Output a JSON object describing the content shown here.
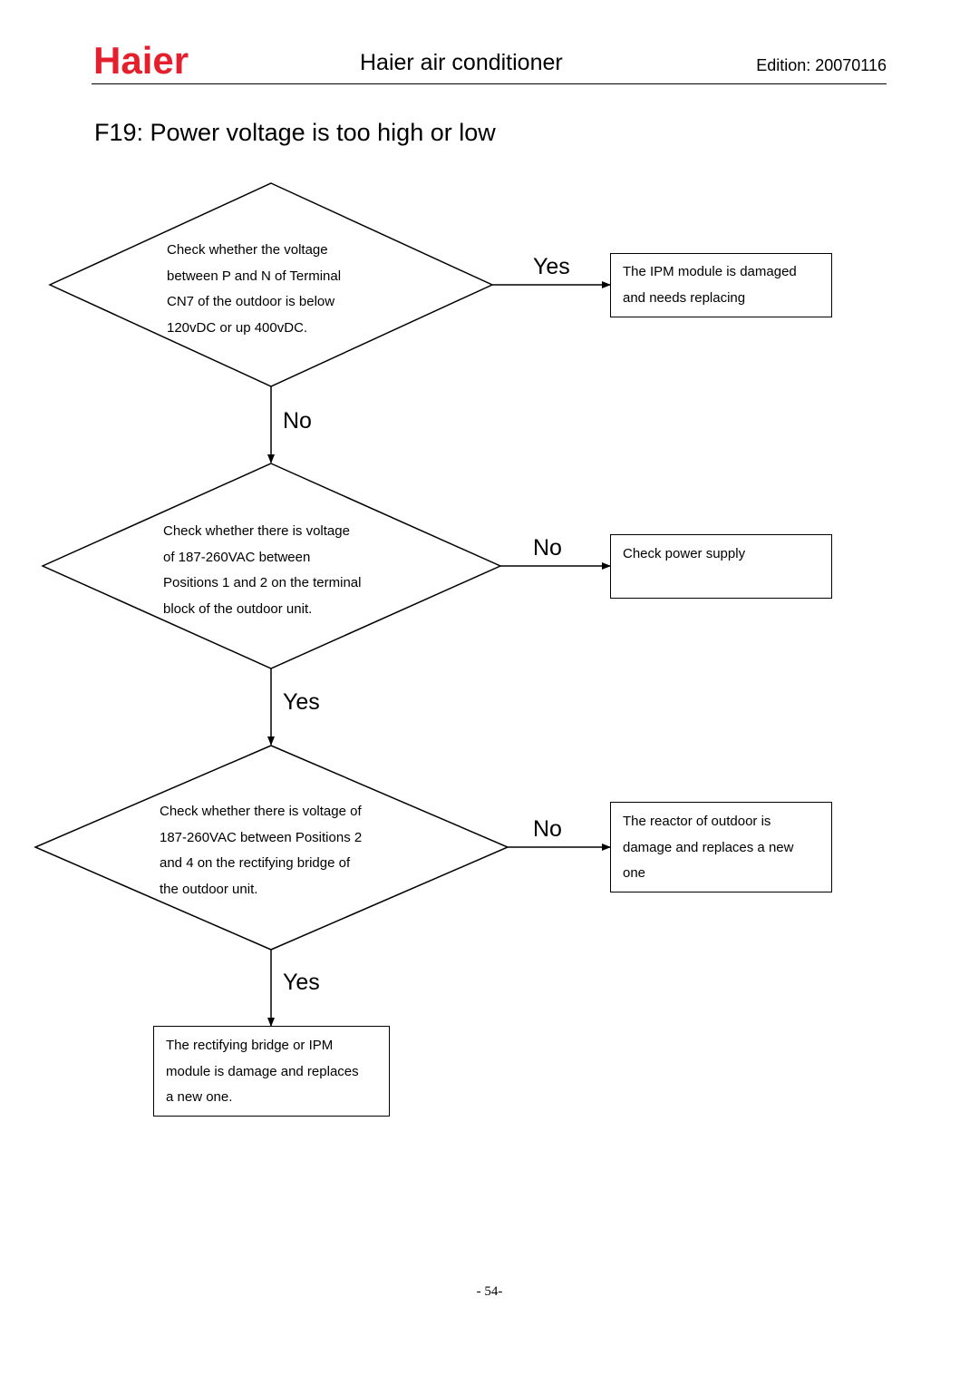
{
  "header": {
    "logo_text": "Haier",
    "title": "Haier air conditioner",
    "edition": "Edition: 20070116"
  },
  "page_title": "F19: Power voltage is too high or low",
  "flowchart": {
    "decisions": [
      {
        "text": "Check whether the voltage\nbetween P and N of Terminal\nCN7 of the outdoor is below\n120vDC or up 400vDC.",
        "right_label": "Yes",
        "down_label": "No"
      },
      {
        "text": "Check whether there is voltage\nof 187-260VAC between\nPositions 1 and 2 on the terminal\nblock of the outdoor unit.",
        "right_label": "No",
        "down_label": "Yes"
      },
      {
        "text": "Check whether there is voltage of\n187-260VAC between Positions 2\nand 4 on the rectifying bridge of\nthe outdoor unit.",
        "right_label": "No",
        "down_label": "Yes"
      }
    ],
    "outcomes": [
      {
        "text": "The IPM module is damaged\nand needs replacing"
      },
      {
        "text": "Check power supply"
      },
      {
        "text": "The reactor of outdoor is\ndamage and replaces a new\none"
      },
      {
        "text": "The rectifying bridge or IPM\nmodule is damage and replaces\na new one."
      }
    ]
  },
  "page_number": "- 54-"
}
